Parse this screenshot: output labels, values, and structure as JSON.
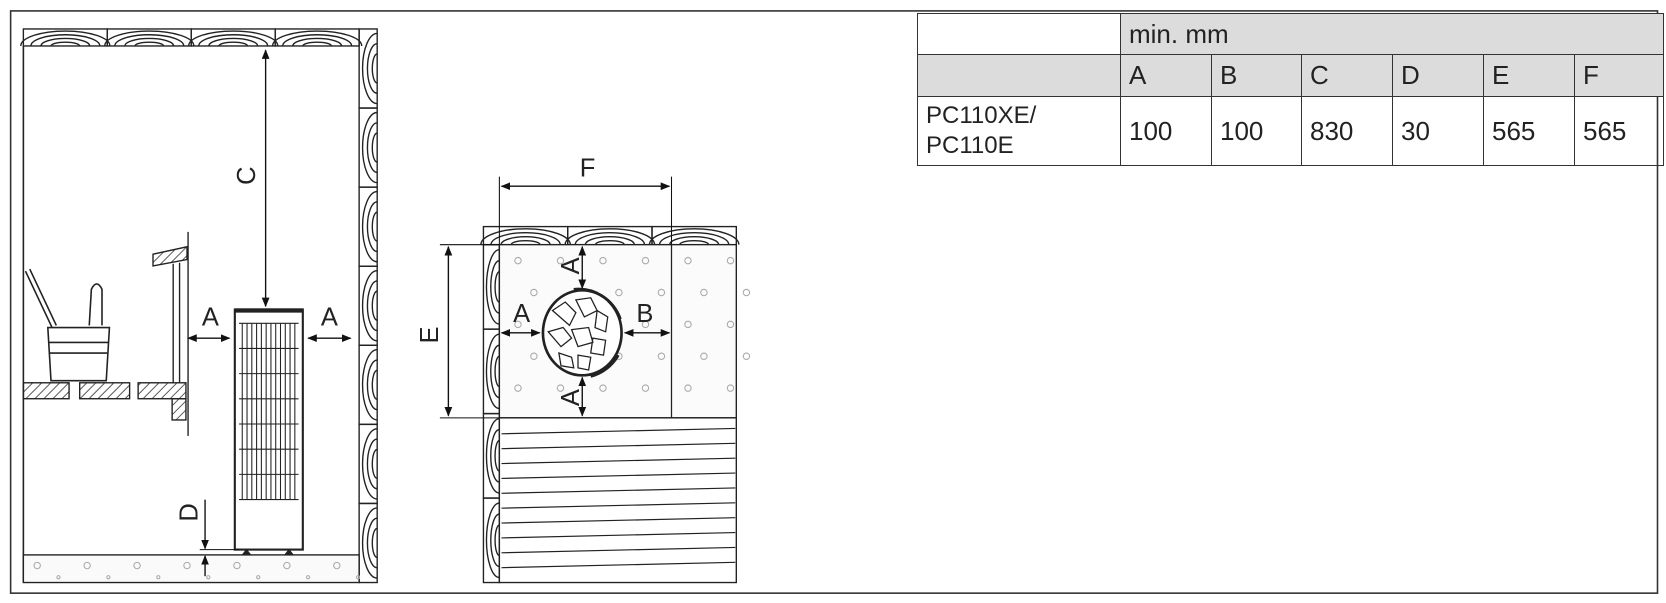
{
  "diagram": {
    "side_view_labels": {
      "c": "C",
      "a_left": "A",
      "a_right": "A",
      "d": "D"
    },
    "top_view_labels": {
      "f": "F",
      "e": "E",
      "a_top": "A",
      "a_left": "A",
      "a_bottom": "A",
      "b": "B"
    }
  },
  "table": {
    "unit_header": "min. mm",
    "columns": [
      "A",
      "B",
      "C",
      "D",
      "E",
      "F"
    ],
    "rows": [
      {
        "model_line1": "PC110XE/",
        "model_line2": "PC110E",
        "values": [
          "100",
          "100",
          "830",
          "30",
          "565",
          "565"
        ]
      }
    ]
  }
}
